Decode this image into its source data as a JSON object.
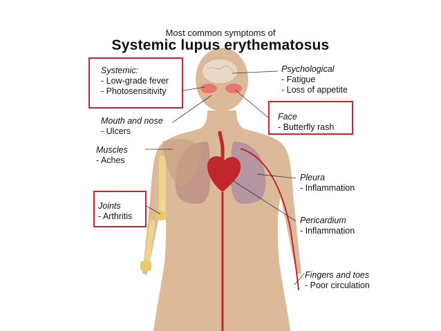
{
  "header": {
    "subtitle": "Most common symptoms of",
    "title": "Systemic lupus erythematosus"
  },
  "labels": {
    "systemic": {
      "heading": "Systemic:",
      "items": [
        "- Low-grade fever",
        "- Photosensitivity"
      ]
    },
    "mouth": {
      "heading": "Mouth and nose",
      "items": [
        "- Ulcers"
      ]
    },
    "muscles": {
      "heading": "Muscles",
      "items": [
        "- Aches"
      ]
    },
    "joints": {
      "heading": "Joints",
      "items": [
        "- Arthritis"
      ]
    },
    "psychological": {
      "heading": "Psychological",
      "items": [
        "- Fatigue",
        "- Loss of appetite"
      ]
    },
    "face": {
      "heading": "Face",
      "items": [
        "- Butterfly rash"
      ]
    },
    "pleura": {
      "heading": "Pleura",
      "items": [
        "- Inflammation"
      ]
    },
    "pericardium": {
      "heading": "Pericardium",
      "items": [
        "- Inflammation"
      ]
    },
    "fingers": {
      "heading": "Fingers and toes",
      "items": [
        "- Poor circulation"
      ]
    }
  },
  "colors": {
    "skin": "#dcb999",
    "highlight_box": "#d0202a",
    "artery": "#c0272d",
    "lung": "#b98c86"
  }
}
